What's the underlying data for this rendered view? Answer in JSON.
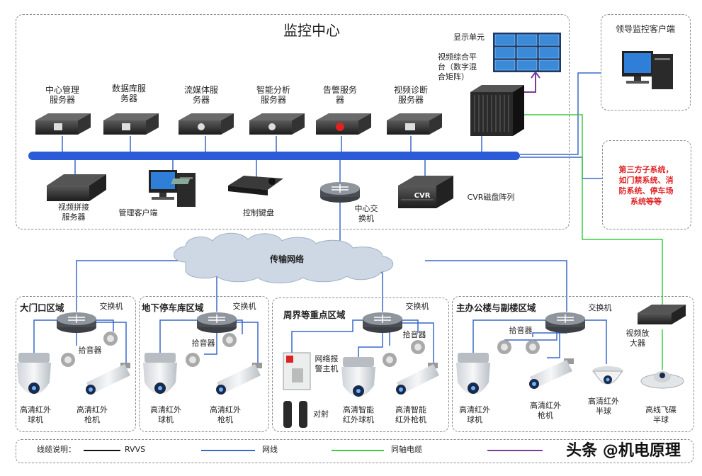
{
  "center": {
    "title": "监控中心",
    "display_unit": "显示单元",
    "video_platform": "视频综合平\n台（数字混\n合矩阵）",
    "servers": [
      {
        "label": "中心管理\n服务器",
        "icon": "server-icon"
      },
      {
        "label": "数据库服\n务器",
        "icon": "server-icon"
      },
      {
        "label": "流媒体服\n务器",
        "icon": "server-icon"
      },
      {
        "label": "智能分析\n服务器",
        "icon": "server-icon"
      },
      {
        "label": "告警服务\n器",
        "icon": "server-icon"
      },
      {
        "label": "视频诊断\n服务器",
        "icon": "server-icon"
      }
    ],
    "lower": {
      "splice_server": "视频拼接\n服务器",
      "mgmt_client": "管理客户端",
      "control_keyboard": "控制键盘",
      "center_switch": "中心交\n换机",
      "cvr_badge": "CVR",
      "cvr_array": "CVR磁盘阵列"
    }
  },
  "right": {
    "leader_client": "领导监控客户端",
    "third_party": "第三方子系统，\n如门禁系统、消\n防系统、停车场\n系统等等"
  },
  "network": {
    "label": "传输网络"
  },
  "zones": [
    {
      "title": "大门口区域",
      "switch": "交换机",
      "pickup": "拾音器",
      "cam1": "高清红外\n球机",
      "cam2": "高清红外\n枪机"
    },
    {
      "title": "地下停车库区域",
      "switch": "交换机",
      "pickup": "拾音器",
      "cam1": "高清红外\n球机",
      "cam2": "高清红外\n枪机"
    },
    {
      "title": "周界等重点区域",
      "switch": "交换机",
      "pickup": "拾音器",
      "alarm_host": "网络报\n警主机",
      "beam": "对射",
      "cam1": "高清智能\n红外球机",
      "cam2": "高清智能\n红外枪机"
    },
    {
      "title": "主办公楼与副楼区域",
      "switch": "交换机",
      "pickup": "拾音器",
      "cam1": "高清红外\n球机",
      "cam2": "高清红外\n枪机",
      "cam3": "高清红外\n半球",
      "amplifier": "视频放\n大器",
      "fisheye": "高线飞碟\n半球"
    }
  ],
  "legend": {
    "label": "线缆说明：",
    "items": [
      {
        "name": "RVVS",
        "color": "#111111"
      },
      {
        "name": "网线",
        "color": "#3a68c8"
      },
      {
        "name": "同轴电缆",
        "color": "#3ecc3e"
      },
      {
        "name": "",
        "color": "#7a3a9a"
      }
    ]
  },
  "watermark": "头条 @机电原理",
  "colors": {
    "bus": "#2b5bd6",
    "net": "#3a68c8",
    "coax": "#3ecc3e",
    "video": "#7a3a9a"
  }
}
